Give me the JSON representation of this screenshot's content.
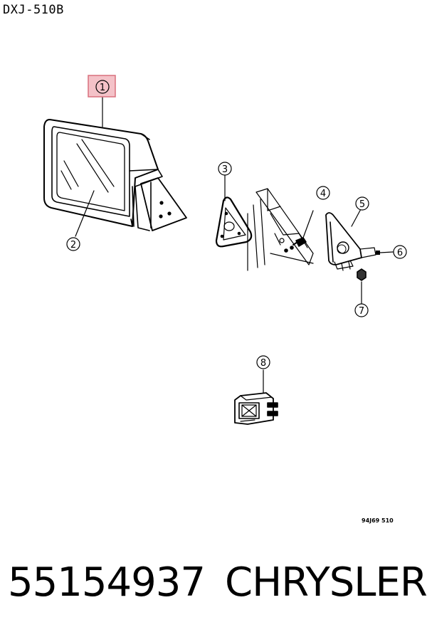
{
  "header": {
    "diagram_code": "DXJ-510B"
  },
  "callouts": [
    {
      "id": "1",
      "label": "1",
      "highlighted": true
    },
    {
      "id": "2",
      "label": "2"
    },
    {
      "id": "3",
      "label": "3"
    },
    {
      "id": "4",
      "label": "4"
    },
    {
      "id": "5",
      "label": "5"
    },
    {
      "id": "6",
      "label": "6"
    },
    {
      "id": "7",
      "label": "7"
    },
    {
      "id": "8",
      "label": "8"
    }
  ],
  "figure_id": "94J69 510",
  "footer": {
    "part_number": "55154937",
    "brand": "CHRYSLER"
  },
  "colors": {
    "highlight_fill": "#f4c2c8",
    "highlight_stroke": "#d9707d",
    "line": "#000000"
  }
}
